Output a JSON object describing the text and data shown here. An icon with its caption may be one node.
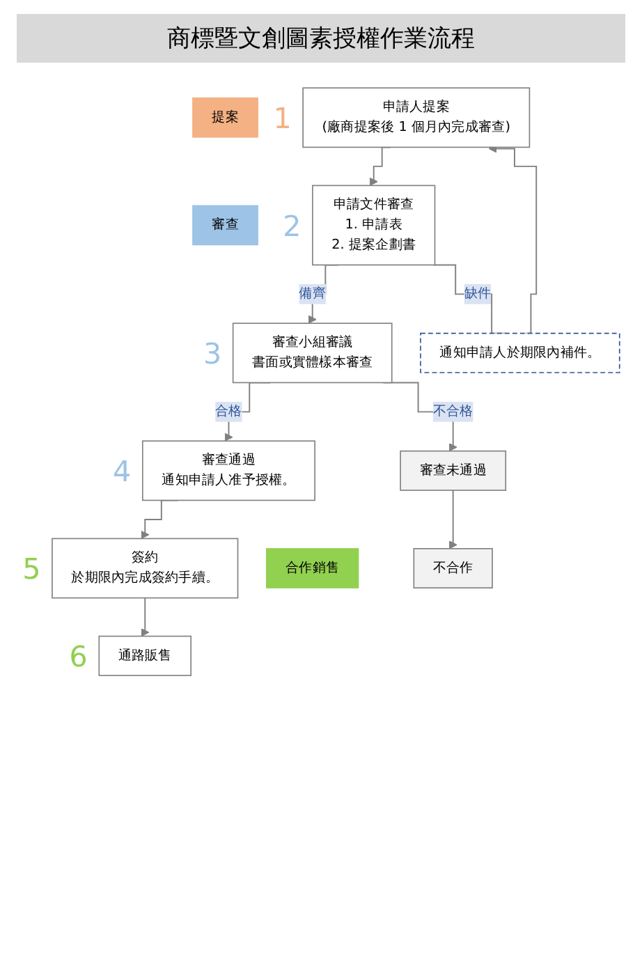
{
  "diagram": {
    "title": "商標暨文創圖素授權作業流程",
    "nodes": [
      {
        "text": [
          "提案"
        ]
      },
      {
        "text": [
          "申請人提案",
          "(廠商提案後 1 個月內完成審查)"
        ],
        "beside": [
          "1"
        ]
      },
      {
        "text": [
          "審查"
        ]
      },
      {
        "text": [
          "申請文件審查",
          "1. 申請表",
          "2. 提案企劃書"
        ],
        "beside": [
          "2"
        ]
      },
      {
        "text": [
          "通知申請人於期限內補件。"
        ]
      },
      {
        "text": [
          "審查小組審議",
          "書面或實體樣本審查"
        ],
        "beside": [
          "3"
        ]
      },
      {
        "text": [
          "審查通過",
          "通知申請人准予授權。"
        ],
        "beside": [
          "4"
        ]
      },
      {
        "text": [
          "審查未通過"
        ]
      },
      {
        "text": [
          "合作銷售"
        ]
      },
      {
        "text": [
          "簽約",
          "於期限內完成簽約手續。"
        ],
        "beside": [
          "5"
        ]
      },
      {
        "text": [
          "不合作"
        ]
      },
      {
        "text": [
          "通路販售"
        ],
        "beside": [
          "6"
        ]
      }
    ],
    "edges": [
      {
        "from": 1,
        "to": 3,
        "arrow": "to"
      },
      {
        "from": 3,
        "to": 5,
        "arrow": "to",
        "label": "備齊"
      },
      {
        "from": 3,
        "to": 4,
        "arrow": "none",
        "label": "缺件"
      },
      {
        "from": 4,
        "to": 1,
        "arrow": "to"
      },
      {
        "from": 5,
        "to": 6,
        "arrow": "to",
        "label": "合格"
      },
      {
        "from": 5,
        "to": 7,
        "arrow": "to",
        "label": "不合格"
      },
      {
        "from": 6,
        "to": 9,
        "arrow": "to"
      },
      {
        "from": 9,
        "to": 11,
        "arrow": "to"
      },
      {
        "from": 7,
        "to": 10,
        "arrow": "to"
      }
    ]
  }
}
